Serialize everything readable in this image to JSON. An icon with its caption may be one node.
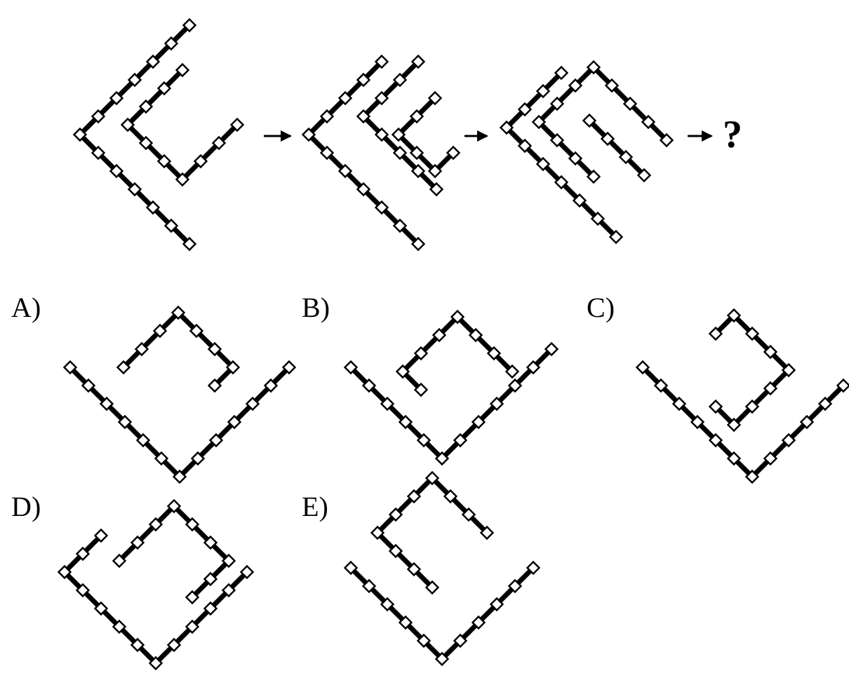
{
  "diagram": {
    "nodes": [
      {
        "text": [],
        "shape": "picture"
      },
      {
        "text": [],
        "shape": "picture"
      },
      {
        "text": [],
        "shape": "picture"
      },
      {
        "text": [
          "?"
        ]
      }
    ],
    "edges": [
      {
        "from": 0,
        "to": 1,
        "arrow": "to"
      },
      {
        "from": 1,
        "to": 2,
        "arrow": "to"
      },
      {
        "from": 2,
        "to": 3,
        "arrow": "to"
      }
    ],
    "labels": [
      "A)",
      "B)",
      "C)",
      "D)",
      "E)"
    ]
  }
}
